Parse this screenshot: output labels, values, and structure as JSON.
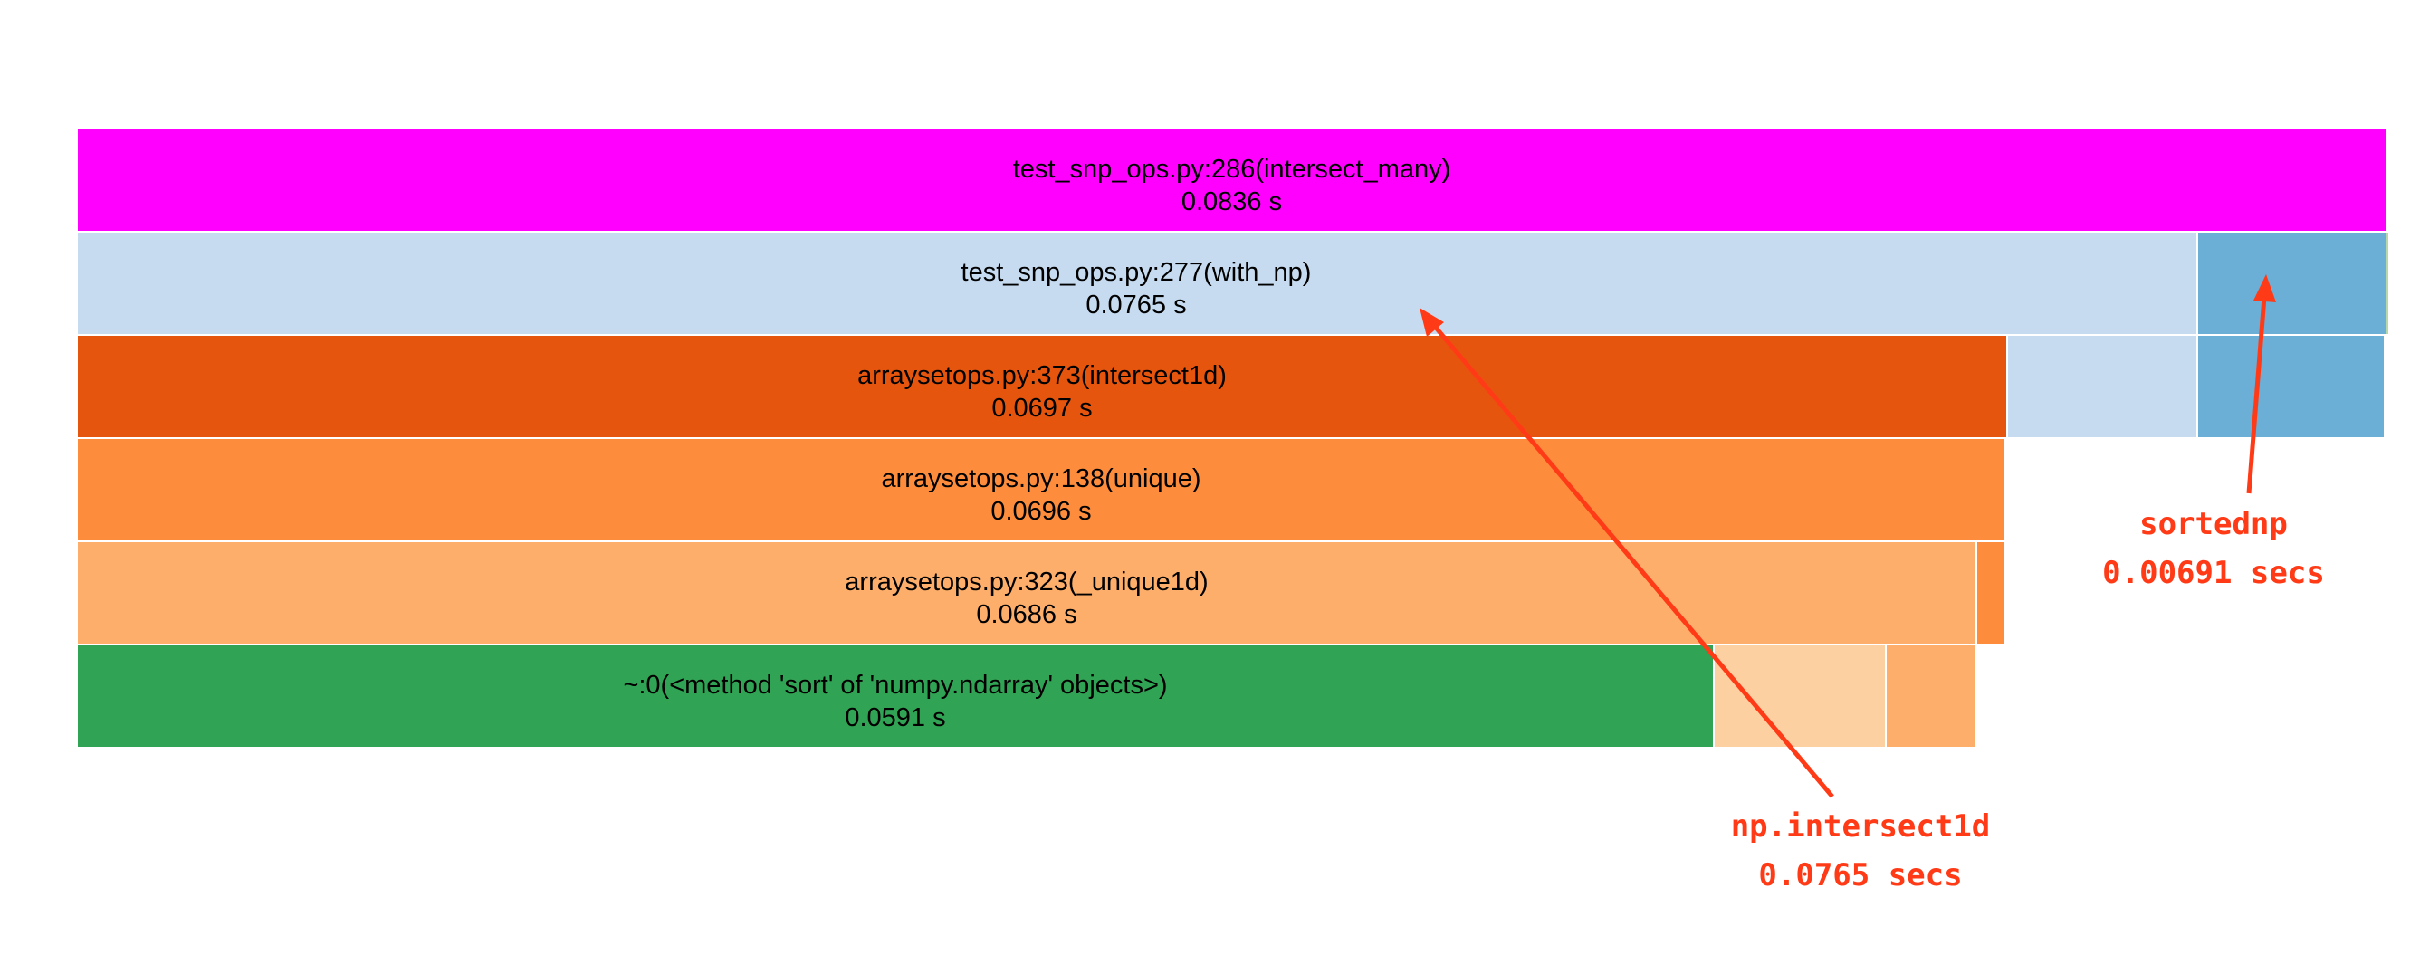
{
  "profile": {
    "frames": [
      {
        "id": "intersect_many",
        "name": "test_snp_ops.py:286(intersect_many)",
        "time": "0.0836 s",
        "color": "#ff00ff"
      },
      {
        "id": "with_np",
        "name": "test_snp_ops.py:277(with_np)",
        "time": "0.0765 s",
        "color": "#c6dbef"
      },
      {
        "id": "sortednp_call",
        "name": "",
        "time": "",
        "color": "#6baed6"
      },
      {
        "id": "intersect1d",
        "name": "arraysetops.py:373(intersect1d)",
        "time": "0.0697 s",
        "color": "#e6550d"
      },
      {
        "id": "with_np_rest",
        "name": "",
        "time": "",
        "color": "#c6dbef"
      },
      {
        "id": "sortednp_child",
        "name": "",
        "time": "",
        "color": "#6baed6"
      },
      {
        "id": "unique",
        "name": "arraysetops.py:138(unique)",
        "time": "0.0696 s",
        "color": "#fd8d3c"
      },
      {
        "id": "unique1d",
        "name": "arraysetops.py:323(_unique1d)",
        "time": "0.0686 s",
        "color": "#fdae6b"
      },
      {
        "id": "unique_rest",
        "name": "",
        "time": "",
        "color": "#fd8d3c"
      },
      {
        "id": "sort",
        "name": "~:0(<method 'sort' of 'numpy.ndarray' objects>)",
        "time": "0.0591 s",
        "color": "#31a354"
      },
      {
        "id": "unique1d_child_a",
        "name": "",
        "time": "",
        "color": "#fdd0a2"
      },
      {
        "id": "unique1d_child_b",
        "name": "",
        "time": "",
        "color": "#fdae6b"
      }
    ]
  },
  "annotations": {
    "sortednp": {
      "title": "sortednp",
      "time": "0.00691 secs",
      "color": "#ff3b17"
    },
    "intersect1d": {
      "title": "np.intersect1d",
      "time": "0.0765 secs",
      "color": "#ff3b17"
    }
  }
}
